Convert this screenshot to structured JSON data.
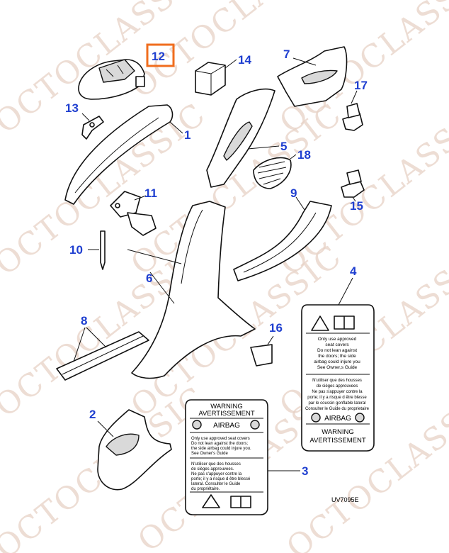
{
  "watermark": "OCTOCLASSIC",
  "highlight_label": "12",
  "callouts": [
    "1",
    "2",
    "3",
    "4",
    "5",
    "6",
    "7",
    "8",
    "9",
    "10",
    "11",
    "12",
    "13",
    "14",
    "15",
    "16",
    "17",
    "18"
  ],
  "label_a": {
    "lines_en": [
      "Only use approved",
      "seat covers",
      "Do not lean against",
      "the doors; the side",
      "airbag could injure you",
      "See Owner,s Guide"
    ],
    "lines_fr": [
      "N'utiliser que des housses",
      "de sièges approuvees",
      "Ne pas s'appuyer contre la",
      "porte; il y a risque d être blesse",
      "par le coussin gonflable lateral",
      "Consulter le Guide du proprietaire"
    ],
    "airbag": "AIRBAG",
    "warning": "WARNING",
    "avertissement": "AVERTISSEMENT"
  },
  "label_b": {
    "warning": "WARNING",
    "avertissement": "AVERTISSEMENT",
    "airbag": "AIRBAG",
    "lines_en": [
      "Only use approved seat covers",
      "Do not lean against the doors;",
      "the side airbag could injure you.",
      "See Owner's Guide"
    ],
    "lines_fr": [
      "N'utiliser que des housses",
      "de sièges approuvees.",
      "Ne pas s'appuyer contre la",
      "porte; il y a risque d être blessé",
      "lateral. Consulter le Guide",
      "du propriétaire."
    ]
  },
  "diagram_code": "UV7095E",
  "colors": {
    "callout": "#1f3fd0",
    "highlight": "#f06d1e",
    "watermark": "#e7d2c6"
  }
}
